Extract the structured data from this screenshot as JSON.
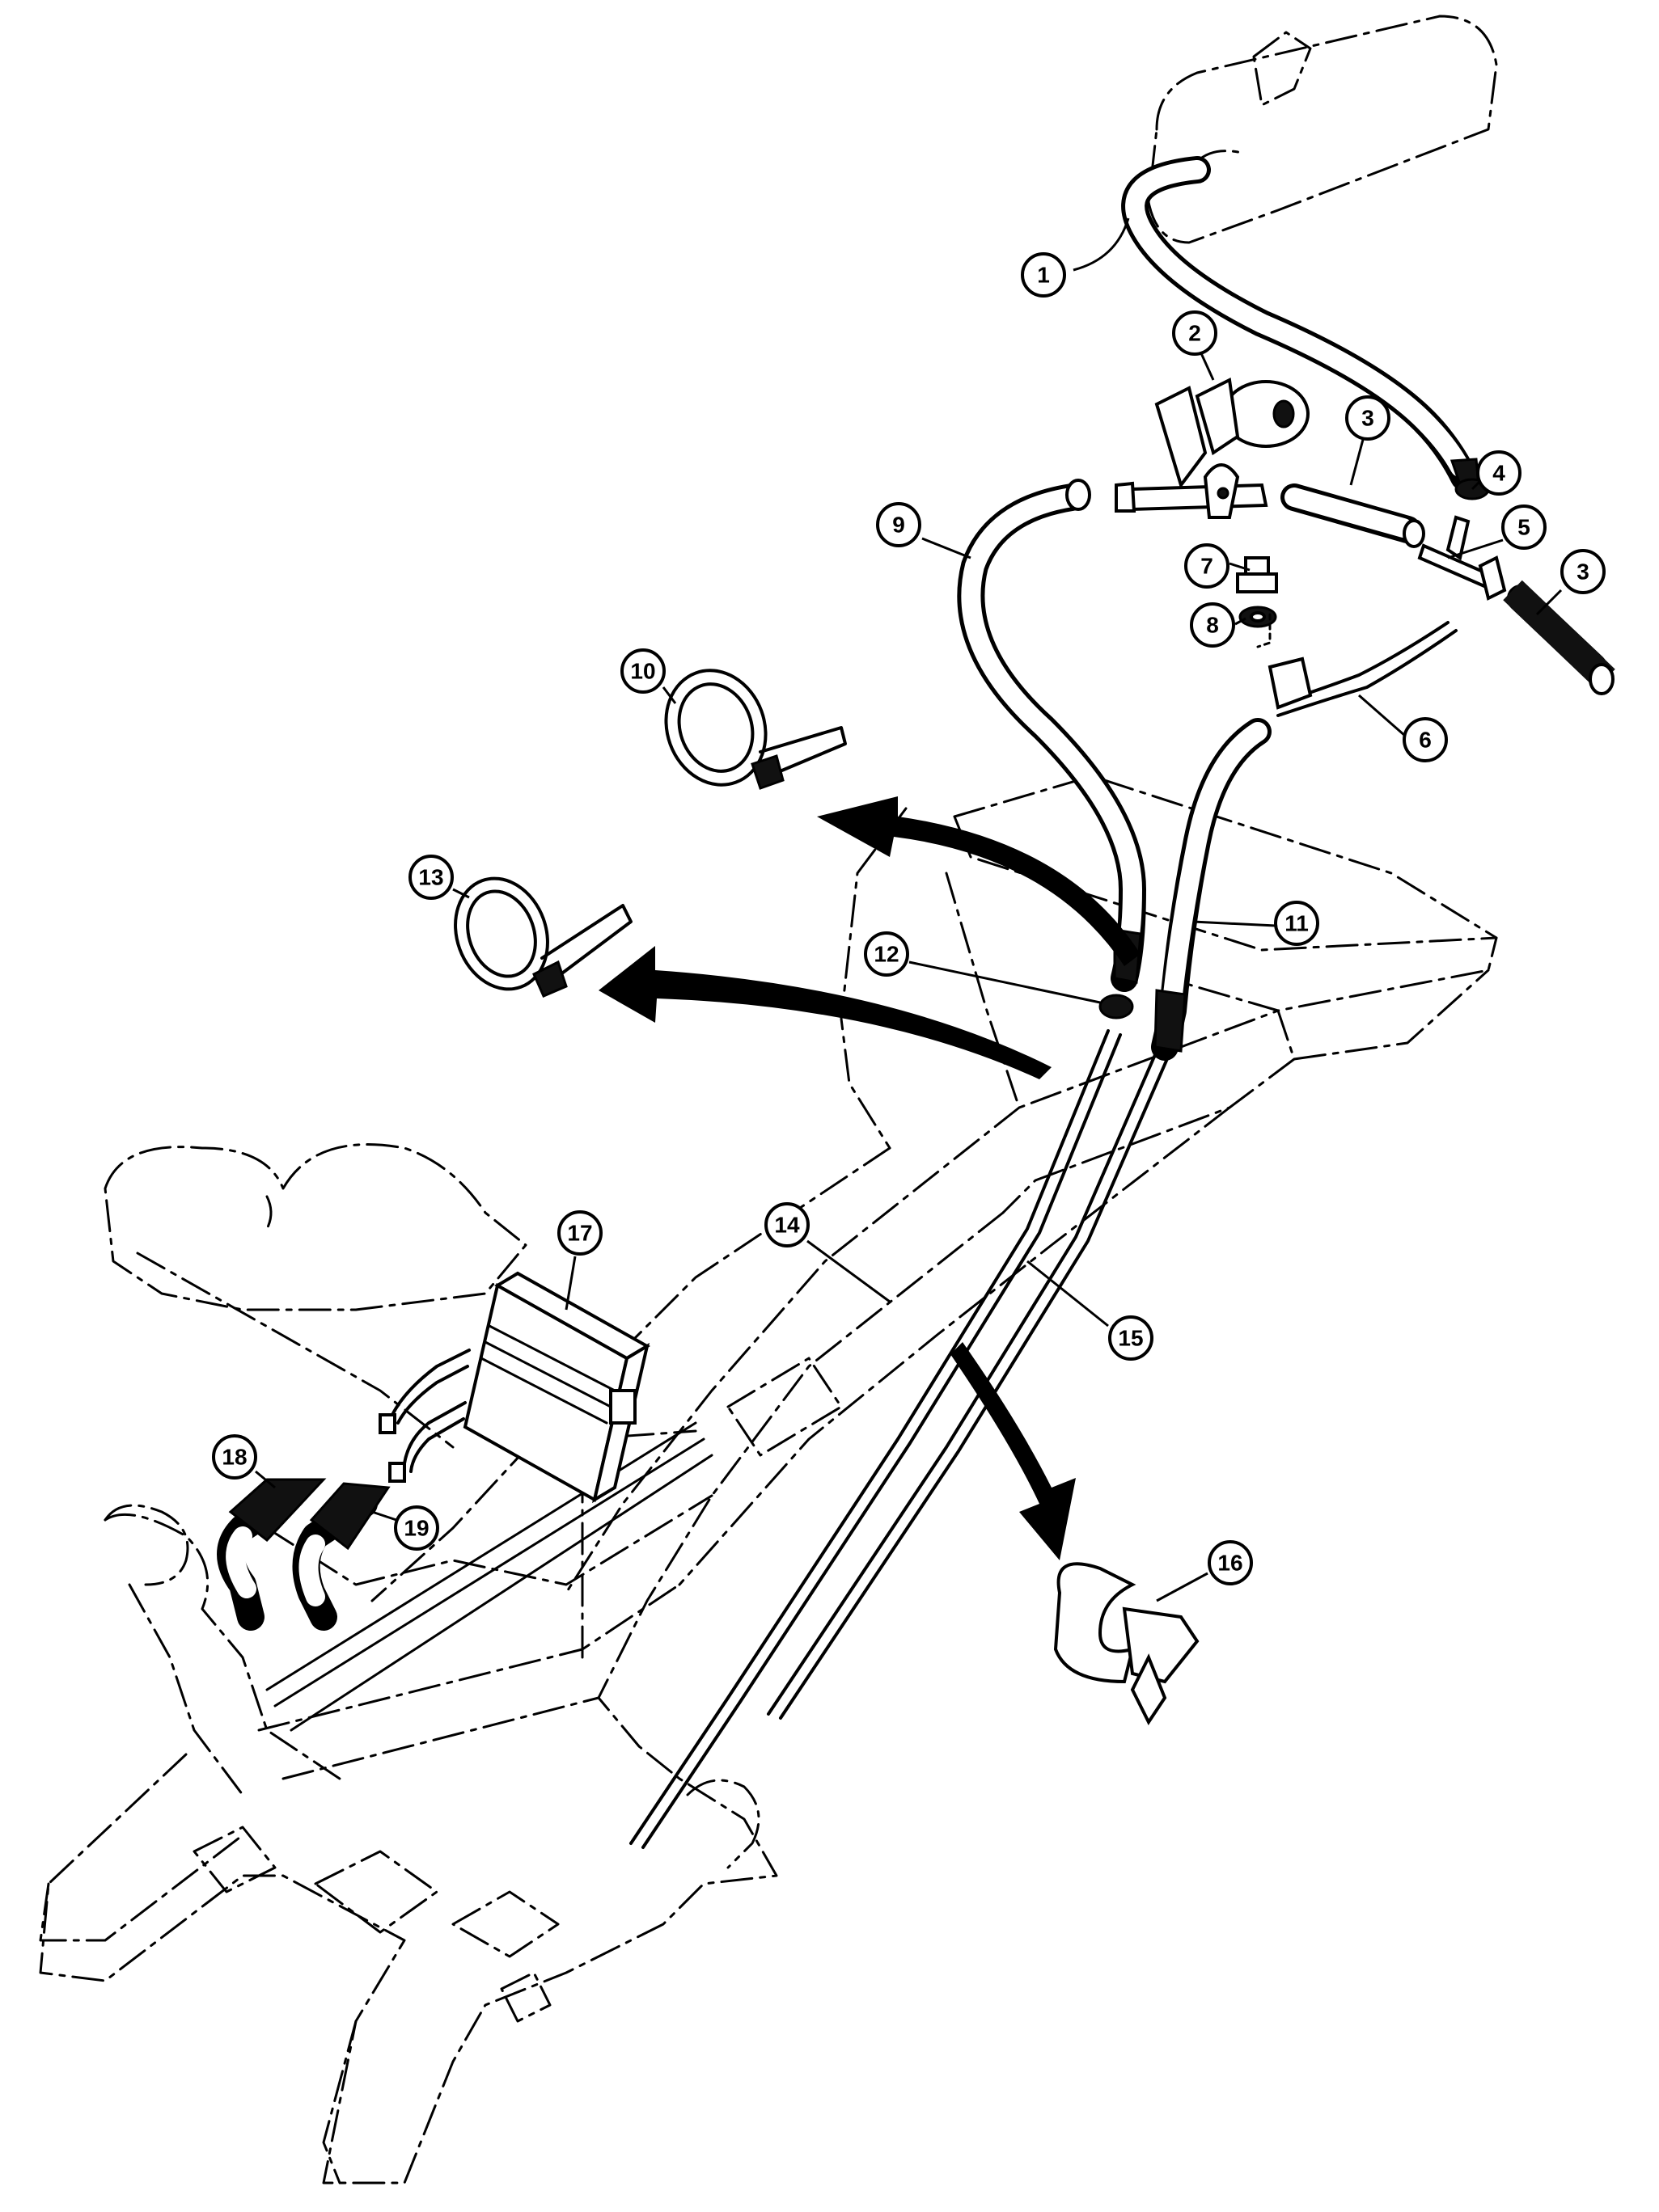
{
  "callouts": [
    {
      "label": "1"
    },
    {
      "label": "2"
    },
    {
      "label": "3"
    },
    {
      "label": "3"
    },
    {
      "label": "4"
    },
    {
      "label": "5"
    },
    {
      "label": "6"
    },
    {
      "label": "7"
    },
    {
      "label": "8"
    },
    {
      "label": "9"
    },
    {
      "label": "10"
    },
    {
      "label": "11"
    },
    {
      "label": "12"
    },
    {
      "label": "13"
    },
    {
      "label": "14"
    },
    {
      "label": "15"
    },
    {
      "label": "16"
    },
    {
      "label": "17"
    },
    {
      "label": "18"
    },
    {
      "label": "19"
    }
  ]
}
